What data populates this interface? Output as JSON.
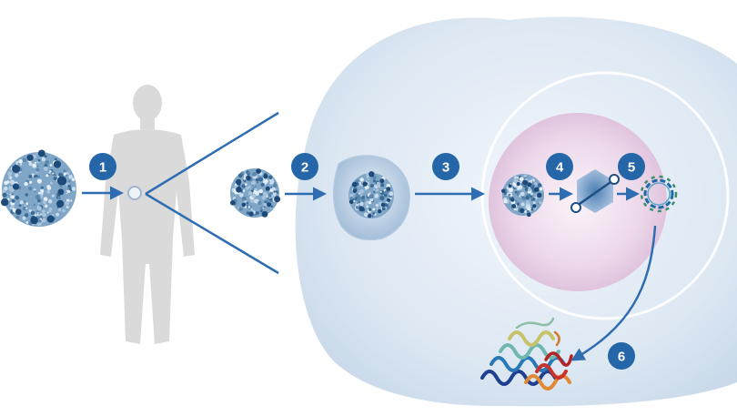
{
  "steps": [
    {
      "number": "1"
    },
    {
      "number": "2"
    },
    {
      "number": "3"
    },
    {
      "number": "4"
    },
    {
      "number": "5"
    },
    {
      "number": "6"
    }
  ],
  "colors": {
    "step_badge": "#2566a8",
    "arrow": "#2f6db3",
    "cell": "#d6e3f1",
    "nucleus": "#e6cfe3",
    "virus": "#4d7fa8",
    "human_silhouette": "#dadada"
  },
  "icons": {
    "virus": "aav-capsid-icon",
    "human": "human-silhouette-icon",
    "endosome": "endosome-icon",
    "uncoating": "uncoating-genome-icon",
    "episome": "circular-dna-episome-icon",
    "protein": "protein-ribbon-icon"
  }
}
